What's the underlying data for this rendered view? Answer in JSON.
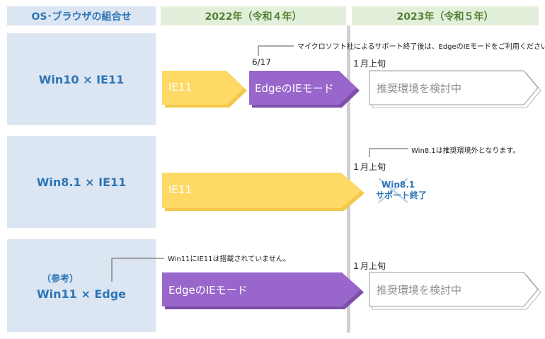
{
  "header": {
    "os": "OS･ブラウザの組合せ",
    "y2022": "2022年（令和４年）",
    "y2023": "2023年（令和５年）"
  },
  "rows": {
    "win10": {
      "label": "Win10 × IE11",
      "ie11": "IE11",
      "edge_ie": "EdgeのIEモード",
      "recommend": "推奨環境を検討中",
      "date_617": "6/17",
      "date_jan": "１月上旬",
      "note": "マイクロソフト社によるサポート終了後は、EdgeのIEモードをご利用ください。"
    },
    "win81": {
      "label": "Win8.1 × IE11",
      "ie11": "IE11",
      "date_jan": "１月上旬",
      "note": "Win8.1は推奨環境外となります。",
      "eol_line1": "Win8.1",
      "eol_line2": "サポート終了"
    },
    "win11": {
      "ref": "（参考）",
      "label": "Win11 × Edge",
      "edge_ie": "EdgeのIEモード",
      "recommend": "推奨環境を検討中",
      "date_jan": "１月上旬",
      "note": "Win11にIE11は搭載されていません。"
    }
  },
  "colors": {
    "ie11": "#ffd966",
    "edge": "#9966cc",
    "header_os": "#dce6f2",
    "header_year": "#e2efda",
    "accent_blue": "#2e75b6",
    "accent_green": "#548235"
  }
}
